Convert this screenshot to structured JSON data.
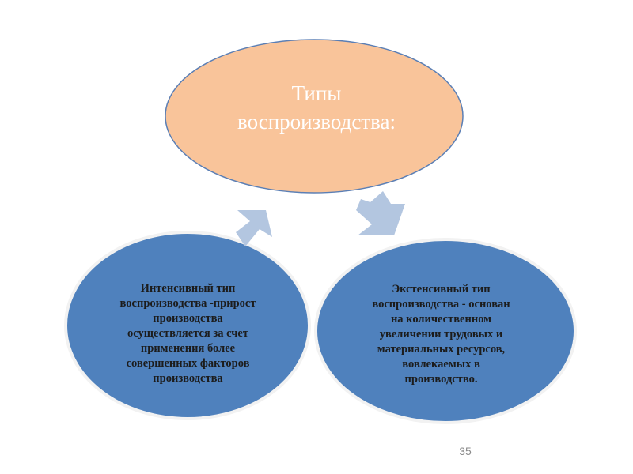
{
  "diagram": {
    "center_node": {
      "title_line1": "Типы",
      "title_line2": "воспроизводства:"
    },
    "left_node": {
      "lines": [
        "Интенсивный тип",
        "воспроизводства -прирост",
        "производства",
        "осуществляется за счет",
        "применения более",
        "совершенных факторов",
        "производства"
      ]
    },
    "right_node": {
      "lines": [
        "Экстенсивный тип",
        "воспроизводства - основан",
        "на количественном",
        "увеличении трудовых и",
        "материальных ресурсов,",
        "вовлекаемых в",
        "производство."
      ]
    },
    "colors": {
      "center_fill": "#f9c49a",
      "center_stroke": "#5b7fb5",
      "side_fill": "#4f81bd",
      "side_stroke": "#f2f2f2",
      "arrow_fill": "#b3c6e0"
    },
    "icons": {
      "left_arrow": "arrow-up-right-icon",
      "right_arrow": "arrow-down-right-icon"
    }
  },
  "footer": {
    "page_number": "35"
  }
}
